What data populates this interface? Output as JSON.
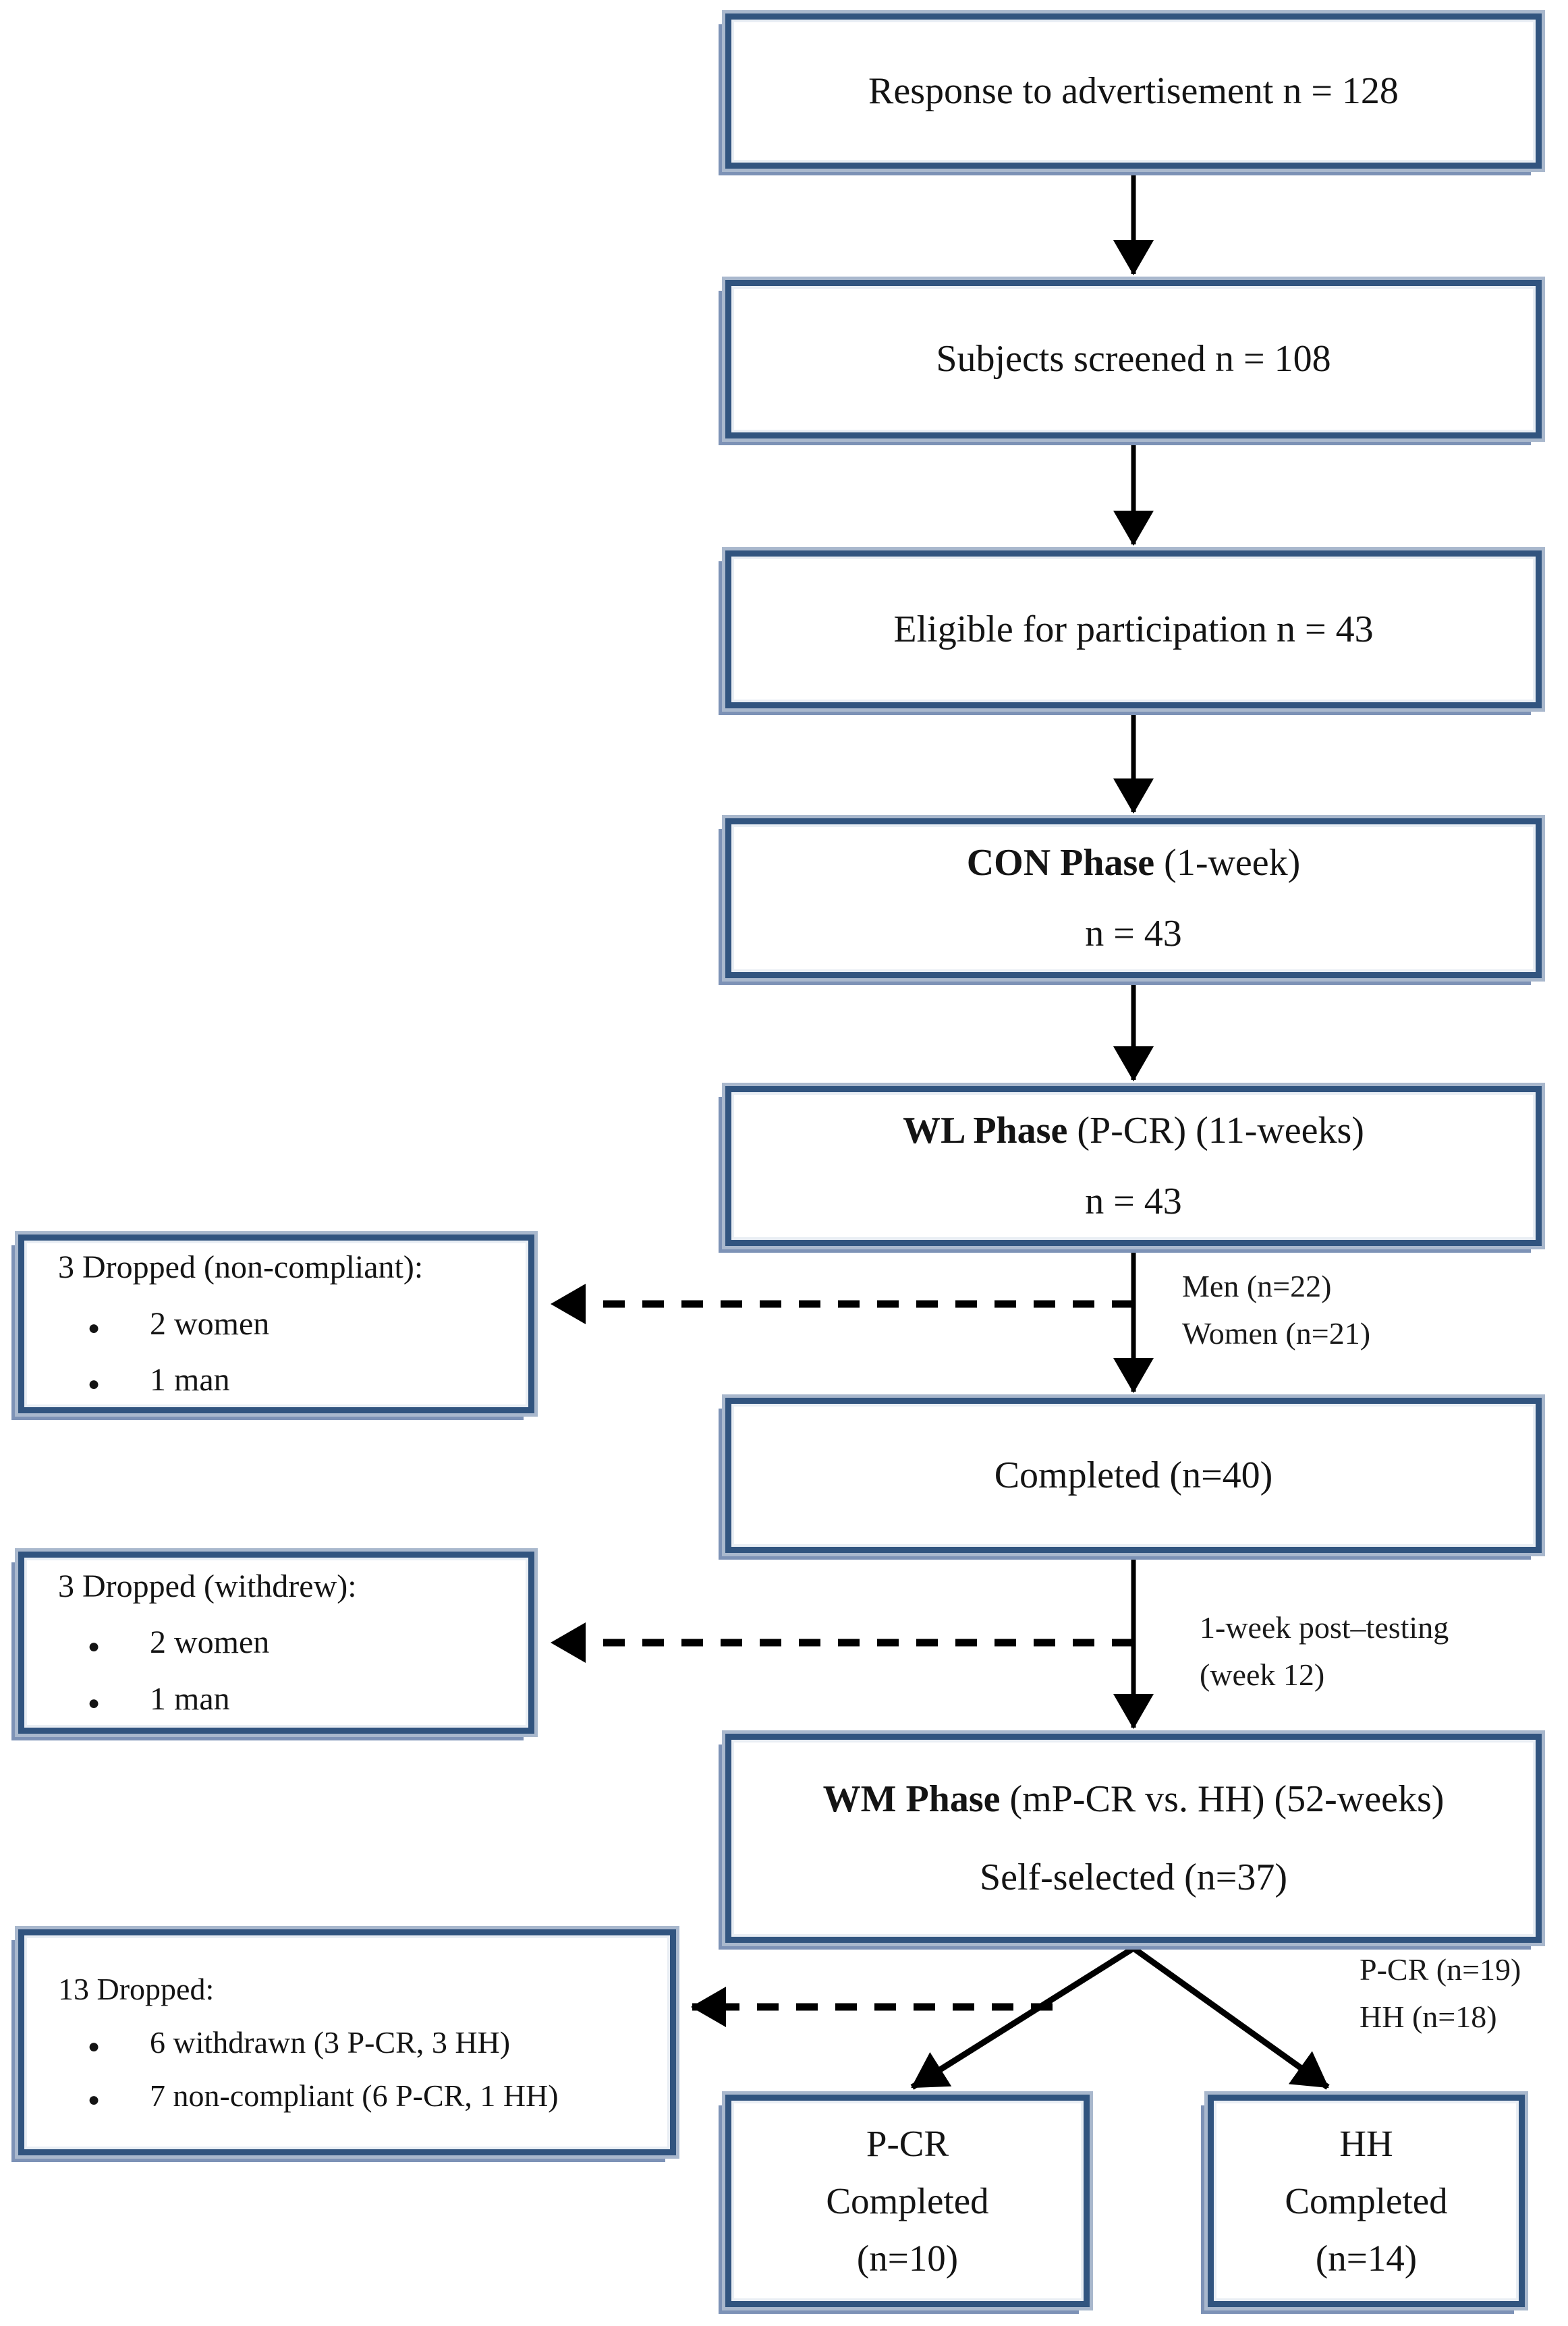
{
  "bullet_glyph": "●",
  "colors": {
    "box_border": "#31547f",
    "box_halo": "#a9b8cd",
    "arrow": "#000000",
    "background": "#ffffff"
  },
  "main_flow": [
    {
      "text": "Response to advertisement n = 128"
    },
    {
      "text": "Subjects screened n = 108"
    },
    {
      "text": "Eligible for participation n = 43"
    },
    {
      "bold": "CON Phase",
      "rest": " (1-week)",
      "line2": "n = 43"
    },
    {
      "bold": "WL Phase",
      "rest": " (P-CR) (11-weeks)",
      "line2": "n = 43"
    },
    {
      "text": "Completed (n=40)"
    },
    {
      "bold": "WM Phase",
      "rest": " (mP-CR vs. HH) (52-weeks)",
      "line2": "Self-selected (n=37)"
    },
    {
      "lines": [
        "P-CR",
        "Completed",
        "(n=10)"
      ]
    },
    {
      "lines": [
        "HH",
        "Completed",
        "(n=14)"
      ]
    }
  ],
  "dropout_boxes": [
    {
      "heading": "3 Dropped (non-compliant):",
      "bullets": [
        "2 women",
        "1 man"
      ]
    },
    {
      "heading": "3 Dropped (withdrew):",
      "bullets": [
        "2 women",
        "1 man"
      ]
    },
    {
      "heading": "13 Dropped:",
      "bullets": [
        "6 withdrawn (3 P-CR, 3 HH)",
        "7 non-compliant (6 P-CR, 1 HH)"
      ]
    }
  ],
  "annotations": [
    {
      "lines": [
        "Men (n=22)",
        "Women (n=21)"
      ]
    },
    {
      "lines": [
        "1-week post–testing",
        "(week 12)"
      ]
    },
    {
      "lines": [
        "P-CR (n=19)",
        "HH (n=18)"
      ]
    }
  ]
}
